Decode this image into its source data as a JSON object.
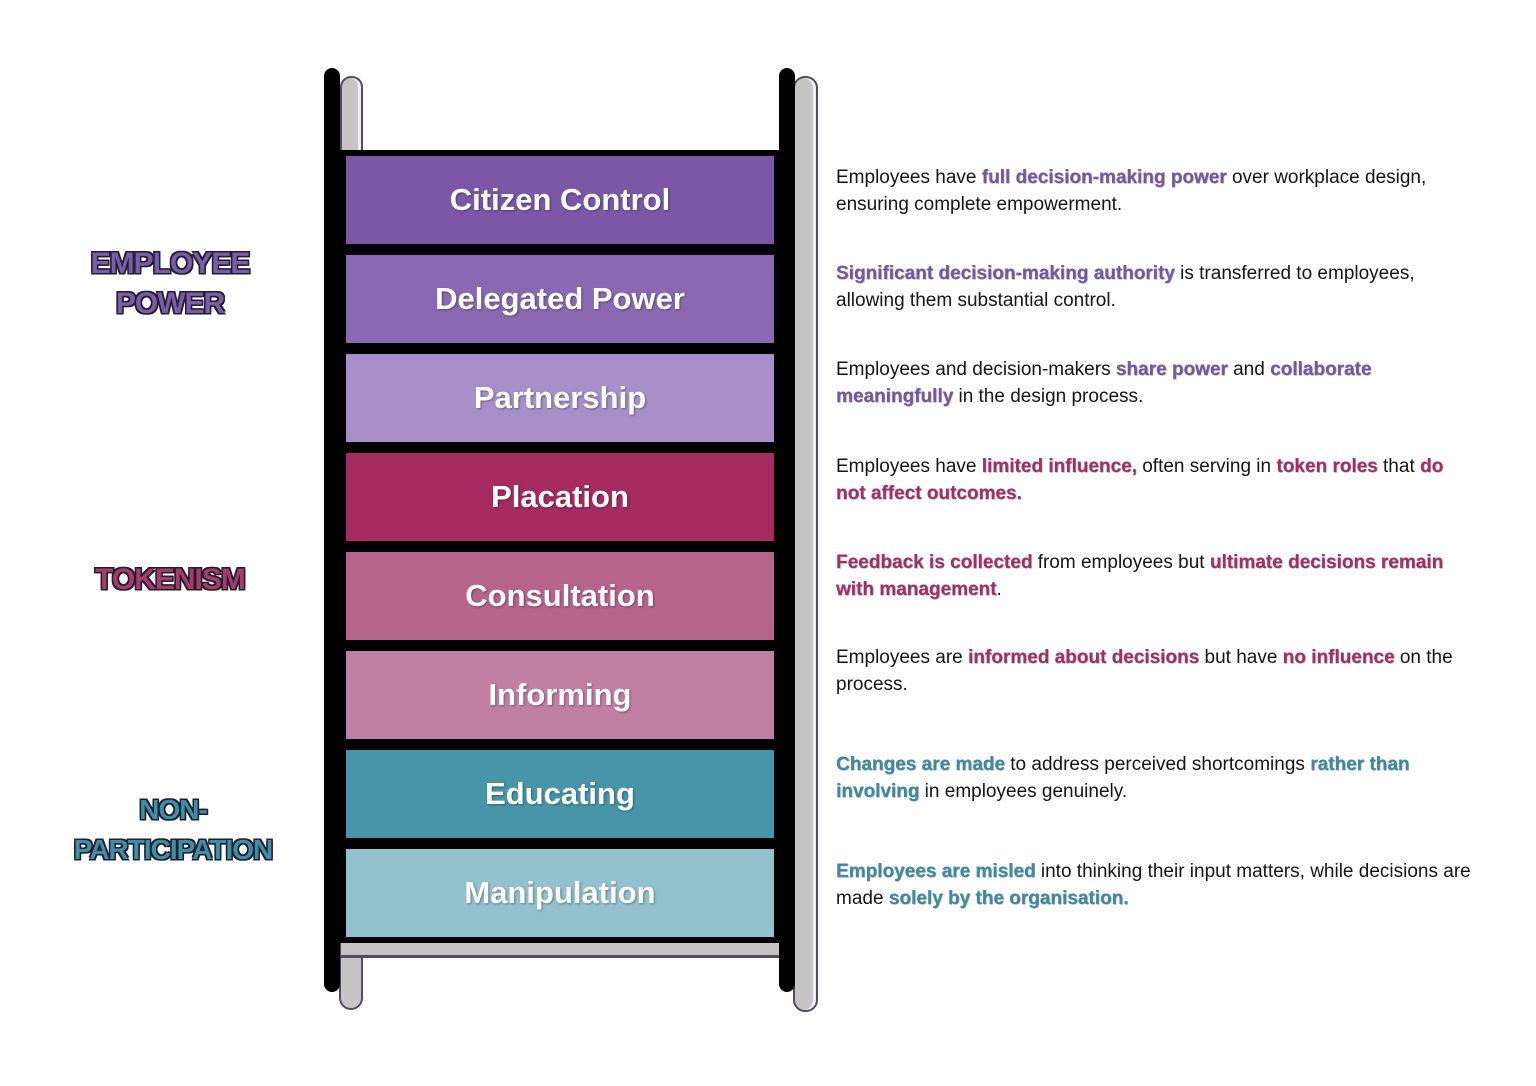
{
  "groups": [
    {
      "line1": "EMPLOYEE",
      "line2": "POWER",
      "color": "#7a5ca8"
    },
    {
      "line1": "TOKENISM",
      "line2": "",
      "color": "#a93a6b"
    },
    {
      "line1": "NON-",
      "line2": "PARTICIPATION",
      "color": "#3e8fa6"
    }
  ],
  "rungs": [
    {
      "label": "Citizen Control",
      "color": "#7b57a6",
      "highlight_color": "#7458a4",
      "description": [
        {
          "t": "Employees have ",
          "h": false
        },
        {
          "t": "full decision-making power",
          "h": true
        },
        {
          "t": " over workplace design, ensuring complete empowerment.",
          "h": false
        }
      ]
    },
    {
      "label": "Delegated Power",
      "color": "#8a69b2",
      "highlight_color": "#7458a4",
      "description": [
        {
          "t": "Significant decision-making authority",
          "h": true
        },
        {
          "t": " is transferred to employees, allowing them substantial control.",
          "h": false
        }
      ]
    },
    {
      "label": "Partnership",
      "color": "#a98fc9",
      "highlight_color": "#7458a4",
      "description": [
        {
          "t": "Employees and decision-makers ",
          "h": false
        },
        {
          "t": "share power",
          "h": true
        },
        {
          "t": " and ",
          "h": false
        },
        {
          "t": "collaborate meaningfully",
          "h": true
        },
        {
          "t": " in the design process.",
          "h": false
        }
      ]
    },
    {
      "label": "Placation",
      "color": "#a52b61",
      "highlight_color": "#a52e63",
      "description": [
        {
          "t": "Employees have ",
          "h": false
        },
        {
          "t": "limited influence,",
          "h": true
        },
        {
          "t": " often serving in ",
          "h": false
        },
        {
          "t": "token roles",
          "h": true
        },
        {
          "t": " that ",
          "h": false
        },
        {
          "t": "do not affect outcomes.",
          "h": true
        }
      ]
    },
    {
      "label": "Consultation",
      "color": "#b7648d",
      "highlight_color": "#a52e63",
      "description": [
        {
          "t": "Feedback is collected",
          "h": true
        },
        {
          "t": " from employees but ",
          "h": false
        },
        {
          "t": "ultimate decisions remain with management",
          "h": true
        },
        {
          "t": ".",
          "h": false
        }
      ]
    },
    {
      "label": "Informing",
      "color": "#c17fa3",
      "highlight_color": "#a52e63",
      "description": [
        {
          "t": "Employees are ",
          "h": false
        },
        {
          "t": "informed about decisions",
          "h": true
        },
        {
          "t": " but have ",
          "h": false
        },
        {
          "t": "no influence",
          "h": true
        },
        {
          "t": " on the process.",
          "h": false
        }
      ]
    },
    {
      "label": "Educating",
      "color": "#4895a9",
      "highlight_color": "#3c8ba2",
      "description": [
        {
          "t": "Changes are made",
          "h": true
        },
        {
          "t": " to address perceived shortcomings ",
          "h": false
        },
        {
          "t": "rather than involving",
          "h": true
        },
        {
          "t": " in employees genuinely.",
          "h": false
        }
      ]
    },
    {
      "label": "Manipulation",
      "color": "#93c1ce",
      "highlight_color": "#3c8ba2",
      "description": [
        {
          "t": "Employees are misled",
          "h": true
        },
        {
          "t": " into thinking their input matters, while decisions are made ",
          "h": false
        },
        {
          "t": "solely by the organisation.",
          "h": true
        }
      ]
    }
  ]
}
